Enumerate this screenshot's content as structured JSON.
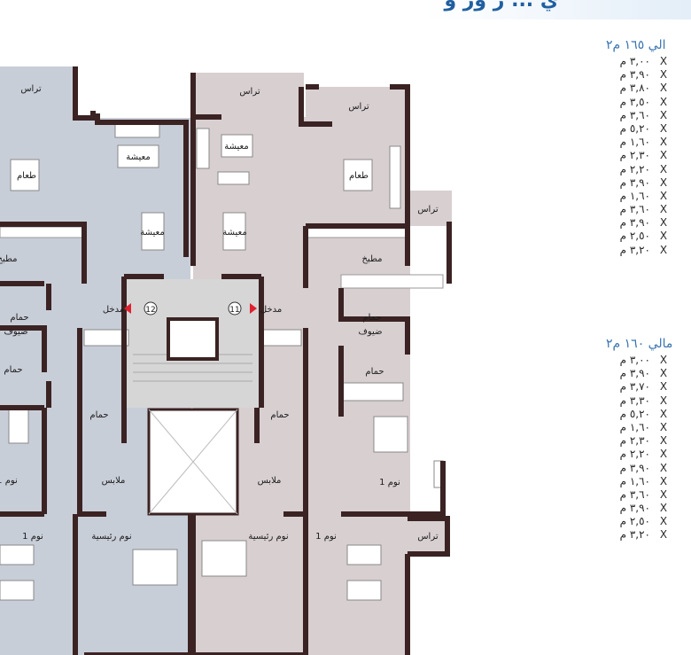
{
  "title": "ي ... ر ور و",
  "plan": {
    "rooms": [
      "تراس",
      "تراس",
      "تراس",
      "تراس",
      "تراس",
      "معيشة",
      "معيشة",
      "معيشة",
      "معيشة",
      "طعام",
      "طعام",
      "مطبخ",
      "مطبخ",
      "مدخل",
      "مدخل",
      "12",
      "11",
      "حمام",
      "ضيوف",
      "حمام",
      "ضيوف",
      "حمام",
      "حمام",
      "حمام",
      "حمام",
      "ملابس",
      "ملابس",
      "نوم 1",
      "نوم 1",
      "نوم 1",
      "نوم رئيسية",
      "نوم رئيسية"
    ]
  },
  "specs": [
    {
      "header": "الي ١٦٥ م٢",
      "rows": [
        "٣,٠٠ م",
        "٣,٩٠ م",
        "٣,٨٠ م",
        "٣,٥٠ م",
        "٣,٦٠ م",
        "٥,٢٠ م",
        "١,٦٠ م",
        "٢,٣٠ م",
        "٢,٢٠ م",
        "٣,٩٠ م",
        "١,٦٠ م",
        "٣,٦٠ م",
        "٣,٩٠ م",
        "٢,٥٠ م",
        "٣,٢٠ م"
      ]
    },
    {
      "header": "مالي ١٦٠ م٢",
      "rows": [
        "٣,٠٠ م",
        "٣,٩٠ م",
        "٣,٧٠ م",
        "٣,٣٠ م",
        "٥,٢٠ م",
        "١,٦٠ م",
        "٢,٣٠ م",
        "٢,٢٠ م",
        "٣,٩٠ م",
        "١,٦٠ م",
        "٣,٦٠ م",
        "٣,٩٠ م",
        "٢,٥٠ م",
        "٣,٢٠ م"
      ]
    }
  ],
  "times": "X",
  "colors": {
    "unitA": "#c8ced8",
    "unitB": "#d8cfd1",
    "wall": "#3b2323",
    "accent": "#1f5fa0",
    "arrow": "#e02030"
  }
}
